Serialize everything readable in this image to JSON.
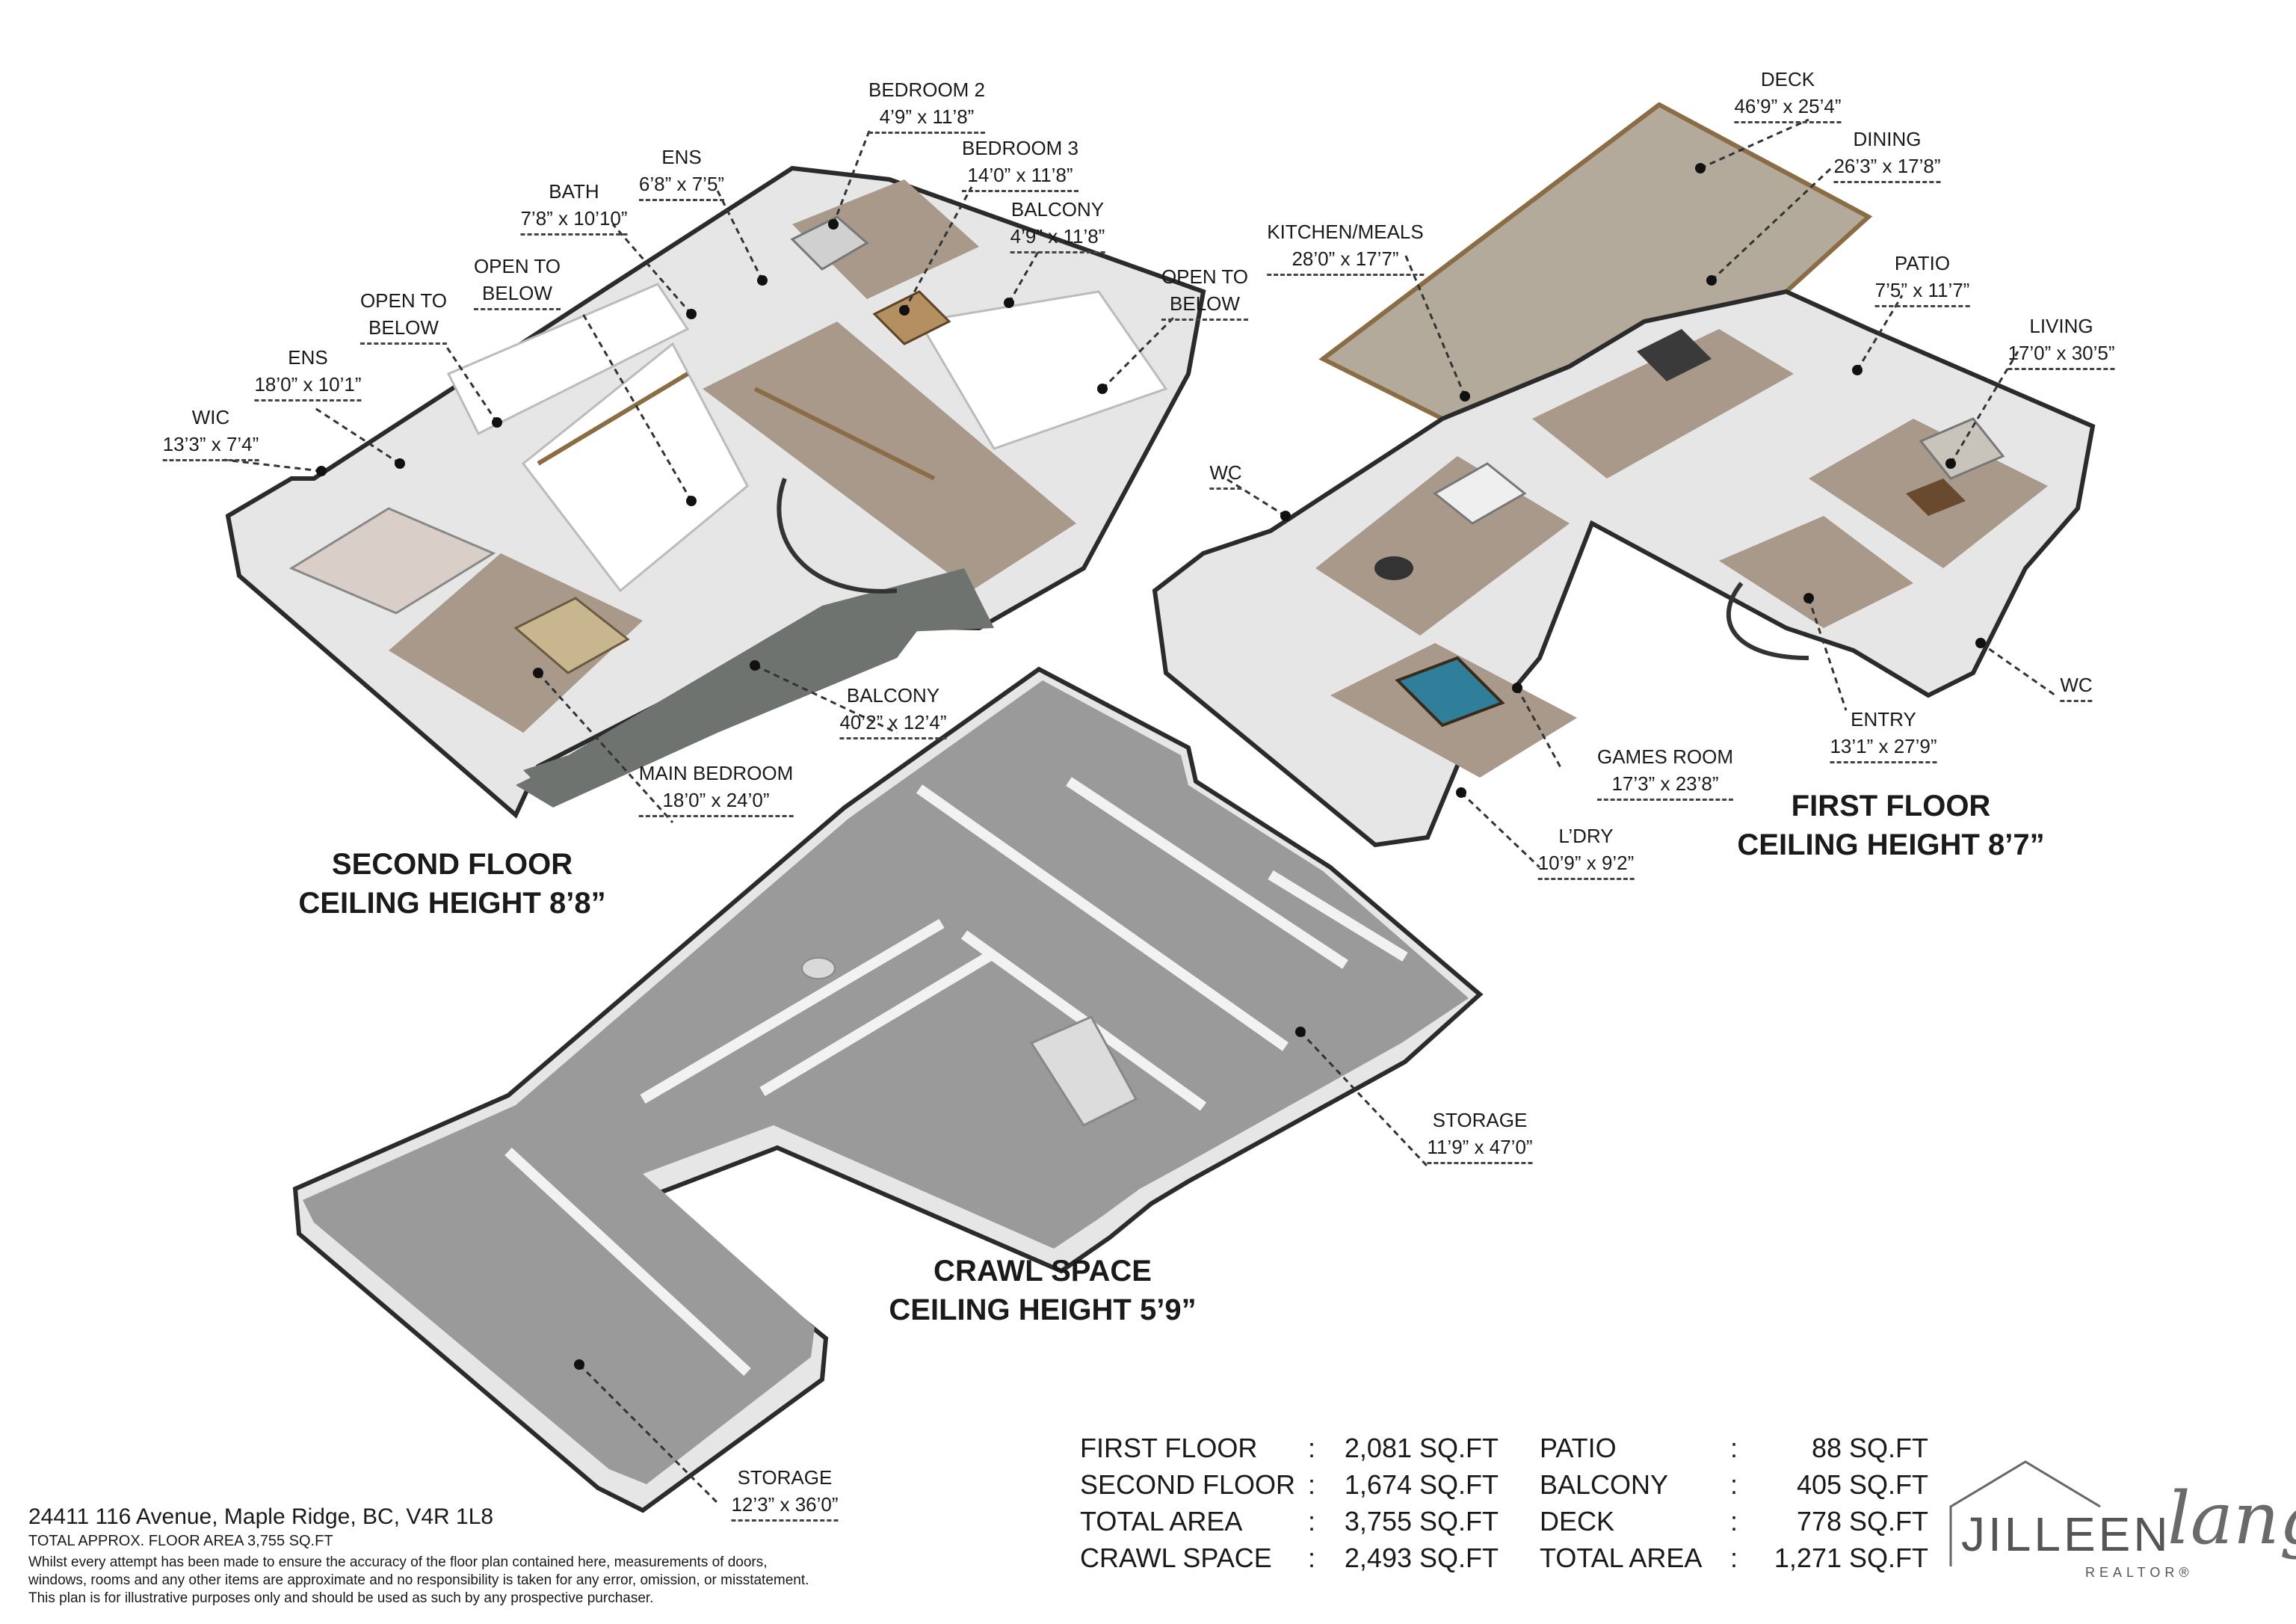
{
  "floors": {
    "second": {
      "name": "SECOND FLOOR",
      "ceiling": "CEILING HEIGHT 8’8”"
    },
    "first": {
      "name": "FIRST FLOOR",
      "ceiling": "CEILING HEIGHT 8’7”"
    },
    "crawl": {
      "name": "CRAWL SPACE",
      "ceiling": "CEILING HEIGHT 5’9”"
    }
  },
  "rooms": {
    "bedroom2": {
      "name": "BEDROOM 2",
      "dim": "4’9” x 11’8”"
    },
    "bedroom3": {
      "name": "BEDROOM 3",
      "dim": "14’0” x 11’8”"
    },
    "ens_small": {
      "name": "ENS",
      "dim": "6’8” x 7’5”"
    },
    "bath": {
      "name": "BATH",
      "dim": "7’8” x 10’10”"
    },
    "balcony_small": {
      "name": "BALCONY",
      "dim": "4’9” x 11’8”"
    },
    "open_below_1": {
      "name1": "OPEN TO",
      "name2": "BELOW"
    },
    "open_below_2": {
      "name1": "OPEN TO",
      "name2": "BELOW"
    },
    "open_below_3": {
      "name1": "OPEN TO",
      "name2": "BELOW"
    },
    "ens_large": {
      "name": "ENS",
      "dim": "18’0” x 10’1”"
    },
    "wic": {
      "name": "WIC",
      "dim": "13’3” x 7’4”"
    },
    "balcony_large": {
      "name": "BALCONY",
      "dim": "40’2” x 12’4”"
    },
    "main_bedroom": {
      "name1": "MAIN",
      "name2": "BEDROOM",
      "dim": "18’0” x 24’0”"
    },
    "deck": {
      "name": "DECK",
      "dim": "46’9” x 25’4”"
    },
    "dining": {
      "name": "DINING",
      "dim": "26’3” x 17’8”"
    },
    "kitchen": {
      "name": "KITCHEN/MEALS",
      "dim": "28’0” x 17’7”"
    },
    "patio": {
      "name": "PATIO",
      "dim": "7’5” x 11’7”"
    },
    "living": {
      "name": "LIVING",
      "dim": "17’0” x 30’5”"
    },
    "wc_left": {
      "name": "WC"
    },
    "wc_right": {
      "name": "WC"
    },
    "entry": {
      "name": "ENTRY",
      "dim": "13’1” x 27’9”"
    },
    "games_room": {
      "name": "GAMES ROOM",
      "dim": "17’3” x 23’8”"
    },
    "laundry": {
      "name": "L’DRY",
      "dim": "10’9” x 9’2”"
    },
    "storage_right": {
      "name": "STORAGE",
      "dim": "11’9” x 47’0”"
    },
    "storage_left": {
      "name": "STORAGE",
      "dim": "12’3” x 36’0”"
    }
  },
  "address": "24411 116 Avenue, Maple Ridge, BC, V4R 1L8",
  "area_note": "TOTAL APPROX. FLOOR AREA 3,755 SQ.FT",
  "disclaimer": {
    "line1": "Whilst every attempt has been made to ensure the accuracy of the floor plan contained here, measurements of doors,",
    "line2": "windows, rooms and any other items are approximate and no responsibility is taken for any error, omission, or misstatement.",
    "line3": "This plan is for illustrative purposes only and should be used as such by any prospective purchaser."
  },
  "sqft_left": [
    {
      "name": "FIRST FLOOR",
      "sep": ":",
      "value": "2,081 SQ.FT"
    },
    {
      "name": "SECOND FLOOR",
      "sep": ":",
      "value": "1,674 SQ.FT"
    },
    {
      "name": "TOTAL AREA",
      "sep": ":",
      "value": "3,755 SQ.FT"
    },
    {
      "name": "CRAWL SPACE",
      "sep": ":",
      "value": "2,493 SQ.FT"
    }
  ],
  "sqft_right": [
    {
      "name": "PATIO",
      "sep": ":",
      "value": "88 SQ.FT"
    },
    {
      "name": "BALCONY",
      "sep": ":",
      "value": "405 SQ.FT"
    },
    {
      "name": "DECK",
      "sep": ":",
      "value": "778 SQ.FT"
    },
    {
      "name": "TOTAL AREA",
      "sep": ":",
      "value": "1,271 SQ.FT"
    }
  ],
  "logo": {
    "name": "JILLEEN",
    "script": "lang",
    "sub": "REALTOR®"
  },
  "colors": {
    "floor_gray": "#9a9a9a",
    "wall": "#f2f2f2",
    "wall_edge": "#2b2b2b",
    "wood": "#a8998a",
    "balcony_stone": "#6f7370",
    "deck": "#b3aa9c",
    "pool_table": "#2f7f9a"
  }
}
